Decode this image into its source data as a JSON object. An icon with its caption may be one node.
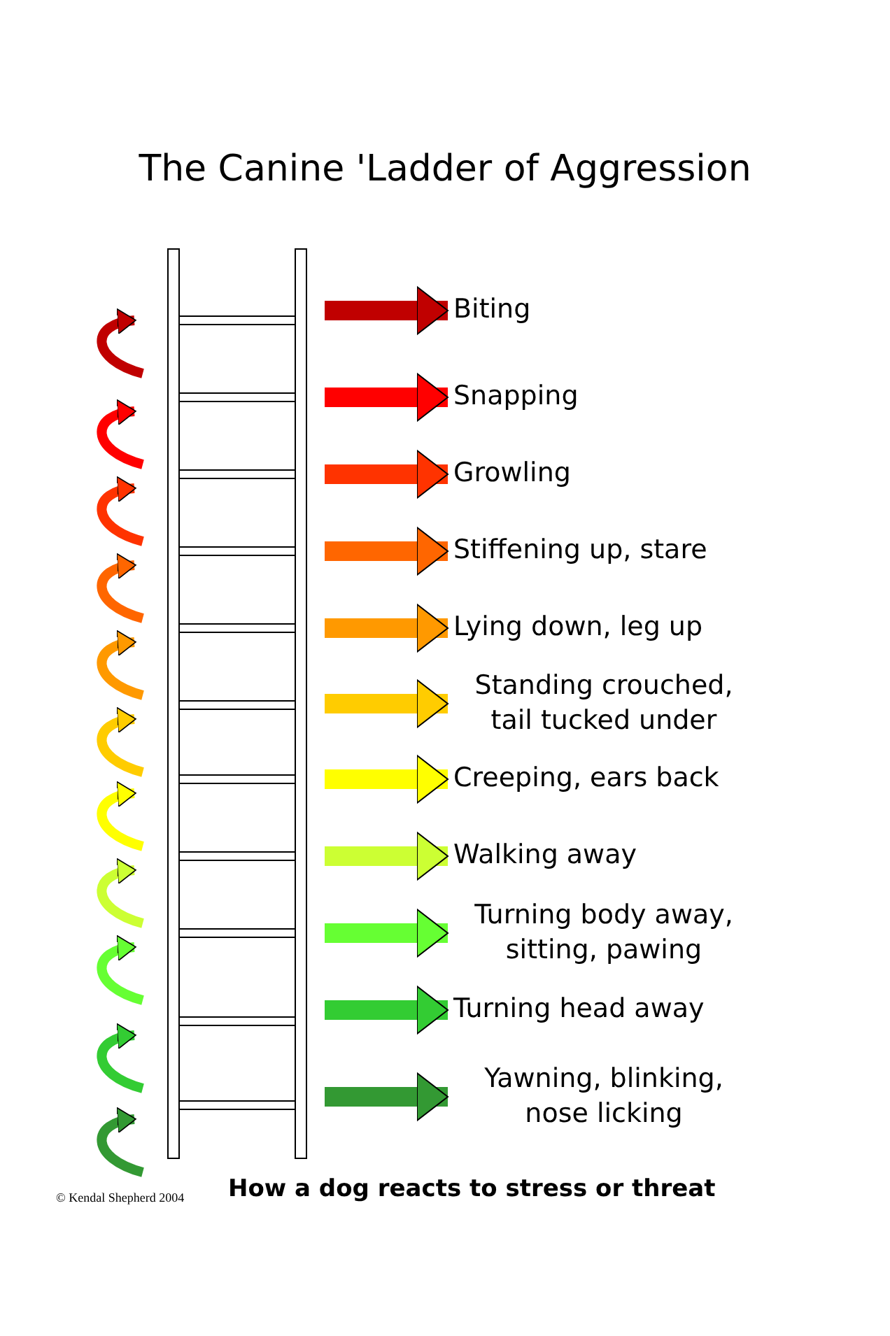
{
  "diagram": {
    "title": "The Canine 'Ladder of Aggression",
    "caption": "How a dog reacts to stress or threat",
    "nodes": [
      {
        "text": [
          "Biting"
        ]
      },
      {
        "text": [
          "Snapping"
        ]
      },
      {
        "text": [
          "Growling"
        ]
      },
      {
        "text": [
          "Stiffening up, stare"
        ]
      },
      {
        "text": [
          "Lying down, leg up"
        ]
      },
      {
        "text": [
          "Standing crouched, tail tucked under"
        ]
      },
      {
        "text": [
          "Creeping, ears back"
        ]
      },
      {
        "text": [
          "Walking away"
        ]
      },
      {
        "text": [
          "Turning body away, sitting, pawing"
        ]
      },
      {
        "text": [
          "Turning head away"
        ]
      },
      {
        "text": [
          "Yawning, blinking, nose licking"
        ]
      }
    ],
    "edges": [
      {
        "from": null,
        "to": 0,
        "arrow": "to",
        "color": "#c00000"
      },
      {
        "from": null,
        "to": 1,
        "arrow": "to",
        "color": "#ff0000"
      },
      {
        "from": null,
        "to": 2,
        "arrow": "to",
        "color": "#ff3300"
      },
      {
        "from": null,
        "to": 3,
        "arrow": "to",
        "color": "#ff6600"
      },
      {
        "from": null,
        "to": 4,
        "arrow": "to",
        "color": "#ff9900"
      },
      {
        "from": null,
        "to": 5,
        "arrow": "to",
        "color": "#ffcc00"
      },
      {
        "from": null,
        "to": 6,
        "arrow": "to",
        "color": "#ffff00"
      },
      {
        "from": null,
        "to": 7,
        "arrow": "to",
        "color": "#ccff33"
      },
      {
        "from": null,
        "to": 8,
        "arrow": "to",
        "color": "#66ff33"
      },
      {
        "from": null,
        "to": 9,
        "arrow": "to",
        "color": "#33cc33"
      },
      {
        "from": null,
        "to": 10,
        "arrow": "to",
        "color": "#339933"
      }
    ],
    "labels": [
      "© Kendal Shepherd 2004"
    ]
  }
}
